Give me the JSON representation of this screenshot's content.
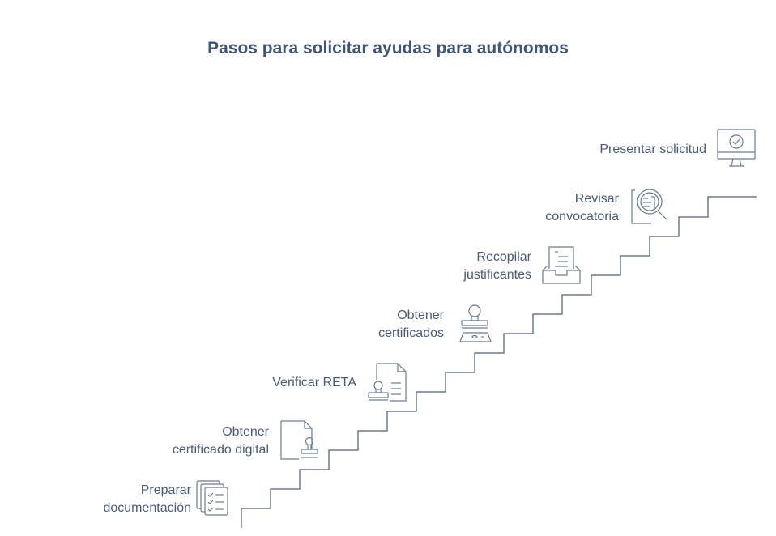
{
  "title": "Pasos para solicitar ayudas para autónomos",
  "steps": [
    {
      "label": "Preparar\ndocumentación",
      "icon": "checklist-documents-icon"
    },
    {
      "label": "Obtener\ncertificado digital",
      "icon": "certificate-stamp-icon"
    },
    {
      "label": "Verificar RETA",
      "icon": "document-stamp-icon"
    },
    {
      "label": "Obtener\ncertificados",
      "icon": "rubber-stamp-icon"
    },
    {
      "label": "Recopilar\njustificantes",
      "icon": "document-tray-icon"
    },
    {
      "label": "Revisar\nconvocatoria",
      "icon": "document-magnifier-icon"
    },
    {
      "label": "Presentar solicitud",
      "icon": "monitor-check-icon"
    }
  ],
  "colors": {
    "title": "#3f5578",
    "text": "#4a5b78",
    "line": "#6b7a94"
  }
}
